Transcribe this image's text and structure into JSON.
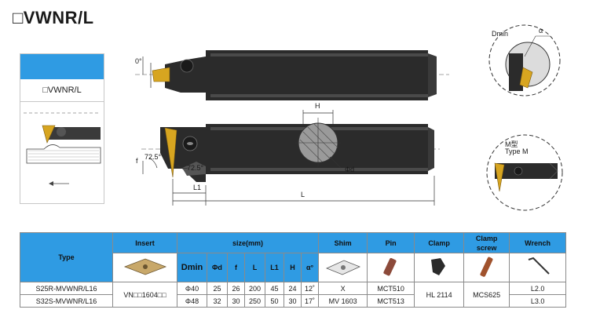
{
  "title": "□VWNR/L",
  "card": {
    "label": "□VWNR/L"
  },
  "drawing": {
    "angle_zero": "0°",
    "dim_H": "H",
    "dim_phid": "Φd",
    "dim_f": "f",
    "angle1": "72.5°",
    "angle2": "72.5°",
    "dim_L1": "L1",
    "dim_L": "L"
  },
  "detail": {
    "dmin": "Dmin",
    "alpha": "α",
    "mtype_cn": "M型",
    "mtype_en": "Type M"
  },
  "table": {
    "type_header": "Type",
    "insert_header": "Insert",
    "size_header": "size(mm)",
    "shim_header": "Shim",
    "pin_header": "Pin",
    "clamp_header": "Clamp",
    "clamp_screw_header_1": "Clamp",
    "clamp_screw_header_2": "screw",
    "wrench_header": "Wrench",
    "sub_headers": [
      "Dmin",
      "Φd",
      "f",
      "L",
      "L1",
      "H",
      "α°"
    ],
    "rows": [
      {
        "type": "S25R-MVWNR/L16",
        "dmin": "Φ40",
        "d": "25",
        "f": "26",
        "L": "200",
        "L1": "45",
        "H": "24",
        "a": "12˚",
        "shim": "X",
        "pin": "MCT510",
        "wrench": "L2.0"
      },
      {
        "type": "S32S-MVWNR/L16",
        "dmin": "Φ48",
        "d": "32",
        "f": "30",
        "L": "250",
        "L1": "50",
        "H": "30",
        "a": "17˚",
        "shim": "MV 1603",
        "pin": "MCT513",
        "wrench": "L3.0"
      }
    ],
    "insert_code": "VN□□1604□□",
    "clamp": "HL 2114",
    "clamp_screw": "MCS625"
  }
}
